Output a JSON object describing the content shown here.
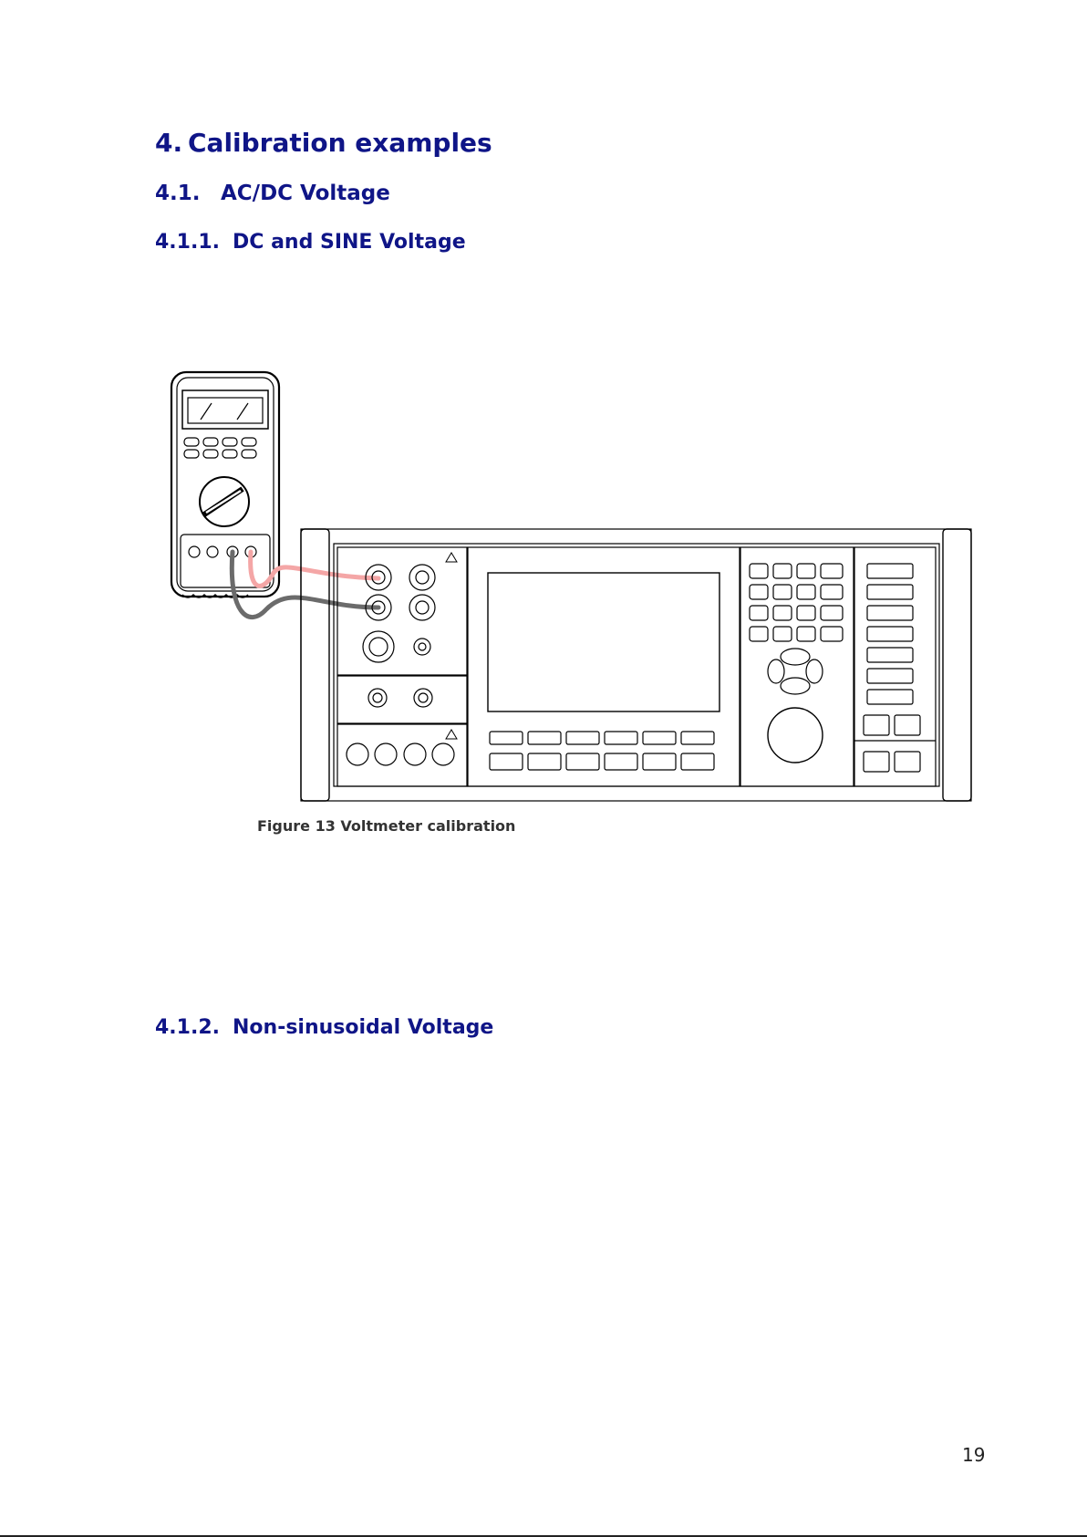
{
  "headings": {
    "chapter": {
      "number": "4.",
      "title": "Calibration examples"
    },
    "section": {
      "number": "4.1.",
      "title": "AC/DC Voltage"
    },
    "subsection_1": {
      "number": "4.1.1.",
      "title": "DC and SINE Voltage"
    },
    "subsection_2": {
      "number": "4.1.2.",
      "title": "Non-sinusoidal Voltage"
    }
  },
  "figure": {
    "caption": "Figure 13 Voltmeter calibration",
    "lead_colors": {
      "positive": "#f4a6a6",
      "negative": "#6b6b6b"
    }
  },
  "page": {
    "number": "19"
  }
}
